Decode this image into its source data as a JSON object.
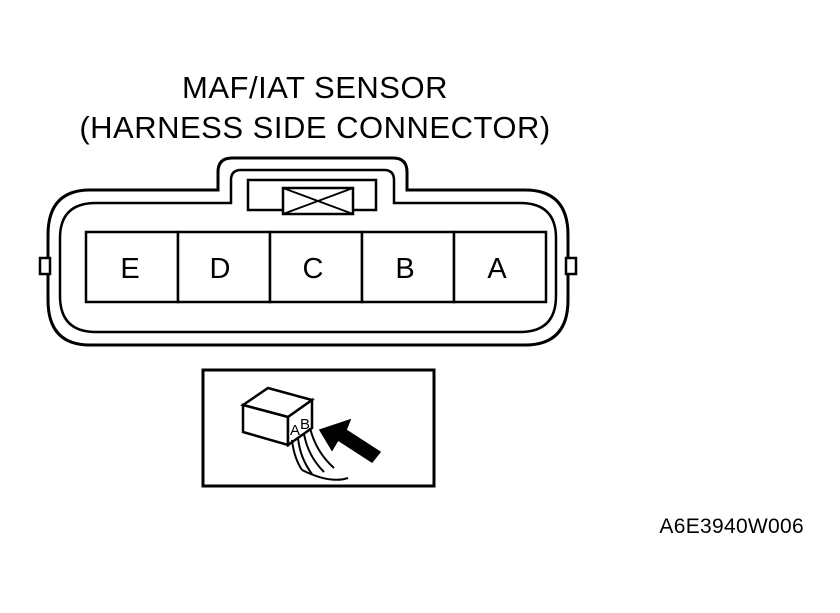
{
  "title": {
    "line1": "MAF/IAT SENSOR",
    "line2": "(HARNESS SIDE CONNECTOR)"
  },
  "connector": {
    "pins": [
      "E",
      "D",
      "C",
      "B",
      "A"
    ]
  },
  "inset": {
    "pins": [
      "A",
      "B"
    ]
  },
  "figure_id": "A6E3940W006",
  "colors": {
    "line": "#000000",
    "background": "#ffffff"
  }
}
